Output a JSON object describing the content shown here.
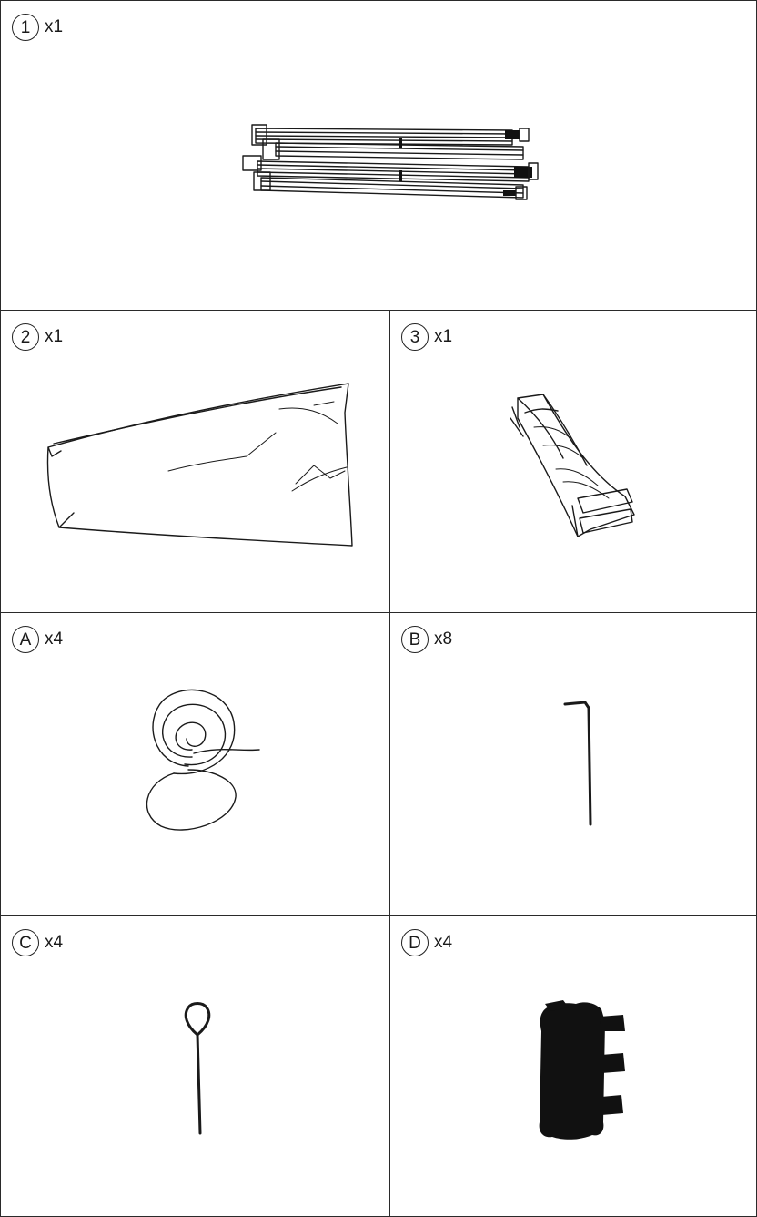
{
  "parts": [
    {
      "id": "1",
      "qty": "x1",
      "icon": "folded-frame-icon"
    },
    {
      "id": "2",
      "qty": "x1",
      "icon": "canopy-top-icon"
    },
    {
      "id": "3",
      "qty": "x1",
      "icon": "carry-bag-icon"
    },
    {
      "id": "A",
      "qty": "x4",
      "icon": "rope-icon"
    },
    {
      "id": "B",
      "qty": "x8",
      "icon": "stake-icon"
    },
    {
      "id": "C",
      "qty": "x4",
      "icon": "pin-icon"
    },
    {
      "id": "D",
      "qty": "x4",
      "icon": "weight-bag-icon"
    }
  ]
}
